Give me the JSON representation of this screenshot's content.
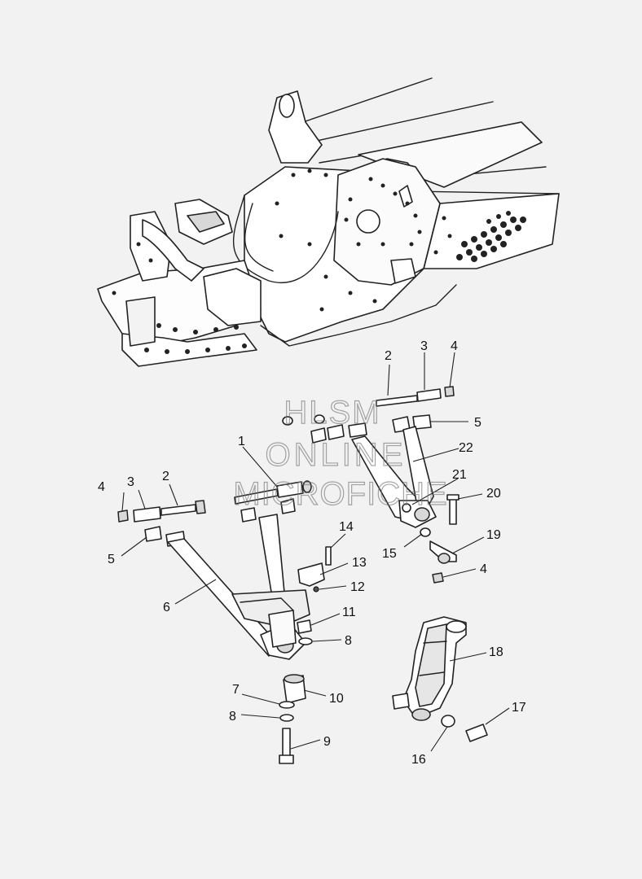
{
  "diagram": {
    "callouts": [
      {
        "number": "1"
      },
      {
        "number": "2"
      },
      {
        "number": "3"
      },
      {
        "number": "4"
      },
      {
        "number": "5"
      },
      {
        "number": "6"
      },
      {
        "number": "7"
      },
      {
        "number": "8"
      },
      {
        "number": "9"
      },
      {
        "number": "10"
      },
      {
        "number": "11"
      },
      {
        "number": "12"
      },
      {
        "number": "13"
      },
      {
        "number": "14"
      },
      {
        "number": "15"
      },
      {
        "number": "16"
      },
      {
        "number": "17"
      },
      {
        "number": "18"
      },
      {
        "number": "19"
      },
      {
        "number": "20"
      },
      {
        "number": "21"
      },
      {
        "number": "22"
      }
    ]
  },
  "watermark": {
    "line1": "HLSM",
    "line2": "ONLINE",
    "line3": "MICROFICHE"
  }
}
